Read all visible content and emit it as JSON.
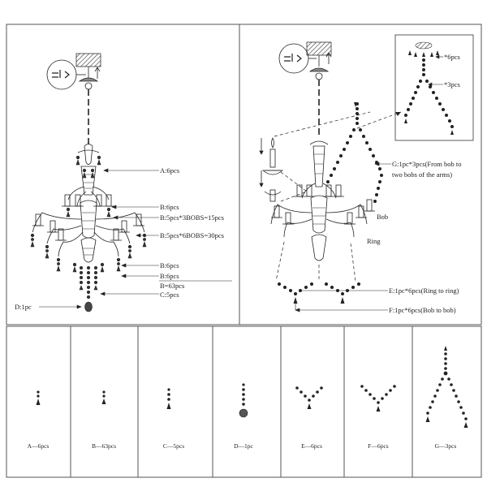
{
  "left_labels": {
    "a": "A:6pcs",
    "b1": "B:6pcs",
    "b2": "B:5pcs*3BOBS=15pcs",
    "b3": "B:5pcs*6BOBS=30pcs",
    "b4": "B:6pcs",
    "b5": "B:6pcs",
    "b_total": "B=63pcs",
    "c": "C:5pcs",
    "d": "D:1pc"
  },
  "right_labels": {
    "g": "G:1pc*3pcs(From bob to",
    "g2": "two bobs of the arms)",
    "bob": "Bob",
    "ring": "Ring",
    "e": "E:1pc*6pcs(Ring to ring)",
    "f": "F:1pc*6pcs(Bob to bob)"
  },
  "inset_labels": {
    "six": "*6pcs",
    "three": "*3pcs"
  },
  "parts": [
    {
      "key": "A",
      "caption": "A—6pcs"
    },
    {
      "key": "B",
      "caption": "B—63pcs"
    },
    {
      "key": "C",
      "caption": "C—5pcs"
    },
    {
      "key": "D",
      "caption": "D—1pc"
    },
    {
      "key": "E",
      "caption": "E—6pcs"
    },
    {
      "key": "F",
      "caption": "F—6pcs"
    },
    {
      "key": "G",
      "caption": "G—3pcs"
    }
  ]
}
